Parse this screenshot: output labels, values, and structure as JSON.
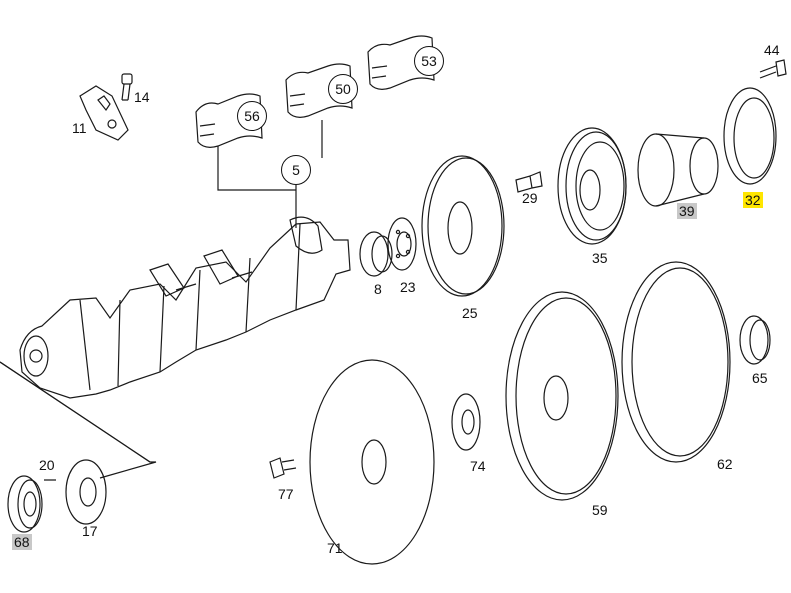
{
  "part_labels": [
    {
      "id": "p11",
      "text": "11"
    },
    {
      "id": "p14",
      "text": "14"
    },
    {
      "id": "p44",
      "text": "44"
    },
    {
      "id": "p29",
      "text": "29"
    },
    {
      "id": "p39",
      "text": "39",
      "highlight": "gray"
    },
    {
      "id": "p32",
      "text": "32",
      "highlight": "yellow"
    },
    {
      "id": "p35",
      "text": "35"
    },
    {
      "id": "p8",
      "text": "8"
    },
    {
      "id": "p23",
      "text": "23"
    },
    {
      "id": "p25",
      "text": "25"
    },
    {
      "id": "p65",
      "text": "65"
    },
    {
      "id": "p62",
      "text": "62"
    },
    {
      "id": "p74",
      "text": "74"
    },
    {
      "id": "p20",
      "text": "20"
    },
    {
      "id": "p77",
      "text": "77"
    },
    {
      "id": "p17",
      "text": "17"
    },
    {
      "id": "p68",
      "text": "68",
      "highlight": "gray"
    },
    {
      "id": "p59",
      "text": "59"
    },
    {
      "id": "p71",
      "text": "71"
    }
  ],
  "circled_labels": [
    {
      "id": "c56",
      "text": "56"
    },
    {
      "id": "c50",
      "text": "50"
    },
    {
      "id": "c53",
      "text": "53"
    },
    {
      "id": "c5",
      "text": "5"
    }
  ],
  "colors": {
    "line": "#1a1a1a",
    "highlight_gray": "#c8c8c8",
    "highlight_yellow": "#ffe600"
  }
}
